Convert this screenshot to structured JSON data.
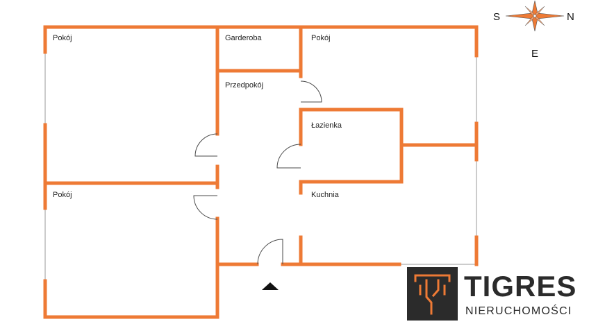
{
  "rooms": {
    "pokoj_top_left": "Pokój",
    "garderoba": "Garderoba",
    "pokoj_top_right": "Pokój",
    "przedpokoj": "Przedpokój",
    "lazienka": "Łazienka",
    "kuchnia": "Kuchnia",
    "pokoj_bottom_left": "Pokój"
  },
  "compass": {
    "south": "S",
    "north": "N",
    "east": "E"
  },
  "brand": {
    "name": "TIGRES",
    "subtitle": "NIERUCHOMOŚCI"
  },
  "colors": {
    "wall": "#ee7a35",
    "logo_background": "#2b2b2b",
    "text": "#222222"
  }
}
